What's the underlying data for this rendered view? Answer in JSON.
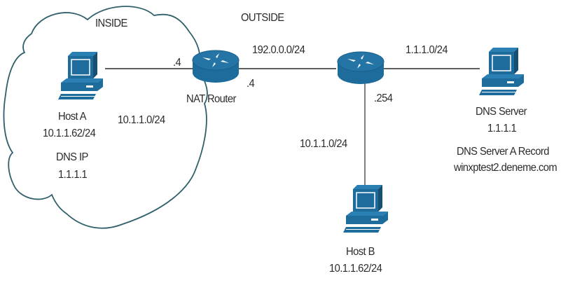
{
  "colors": {
    "device_fill": "#1e6c9c",
    "device_dark": "#174f73",
    "device_highlight": "#ffffff",
    "cloud_stroke": "#2f5f6a",
    "link_stroke": "#2a2a2a",
    "text": "#2b2b2b"
  },
  "zones": {
    "inside": "INSIDE",
    "outside": "OUTSIDE"
  },
  "devices": {
    "host_a": {
      "name": "Host A",
      "ip": "10.1.1.62/24",
      "dns_label": "DNS IP",
      "dns_ip": "1.1.1.1",
      "icon": "workstation-icon"
    },
    "nat_router": {
      "name": "NAT Router",
      "icon": "router-icon",
      "inside_if": ".4",
      "outside_if": ".4"
    },
    "core_router": {
      "icon": "router-icon",
      "host_b_if": ".254"
    },
    "dns_server": {
      "name": "DNS Server",
      "ip": "1.1.1.1",
      "record_label": "DNS Server A Record",
      "record_value": "winxptest2.deneme.com",
      "icon": "workstation-icon"
    },
    "host_b": {
      "name": "Host B",
      "ip": "10.1.1.62/24",
      "icon": "workstation-icon"
    }
  },
  "networks": {
    "inside_lan": "10.1.1.0/24",
    "transit": "192.0.0.0/24",
    "dns_lan": "1.1.1.0/24",
    "host_b_lan": "10.1.1.0/24"
  }
}
